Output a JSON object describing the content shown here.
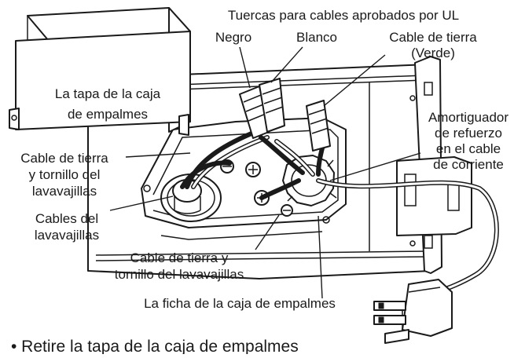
{
  "labels": {
    "wire_nuts_header": "Tuercas para cables aprobados por UL",
    "black": "Negro",
    "white": "Blanco",
    "ground_cable_line1": "Cable de tierra",
    "ground_cable_line2": "(Verde)",
    "box_cover_line1": "La tapa de la caja",
    "box_cover_line2": "de empalmes",
    "strain_relief_line1": "Amortiguador",
    "strain_relief_line2": "de refuerzo",
    "strain_relief_line3": "en el cable",
    "strain_relief_line4": "de corriente",
    "dw_ground_top_line1": "Cable de tierra",
    "dw_ground_top_line2": "y tornillo del",
    "dw_ground_top_line3": "lavavajillas",
    "dw_cables_line1": "Cables del",
    "dw_cables_line2": "lavavajillas",
    "dw_ground_bottom_line1": "Cable de tierra y",
    "dw_ground_bottom_line2": "tornillo del lavavajillas",
    "box_plug": "La ficha de la caja de empalmes"
  },
  "instruction": "• Retire la tapa de la caja de empalmes"
}
